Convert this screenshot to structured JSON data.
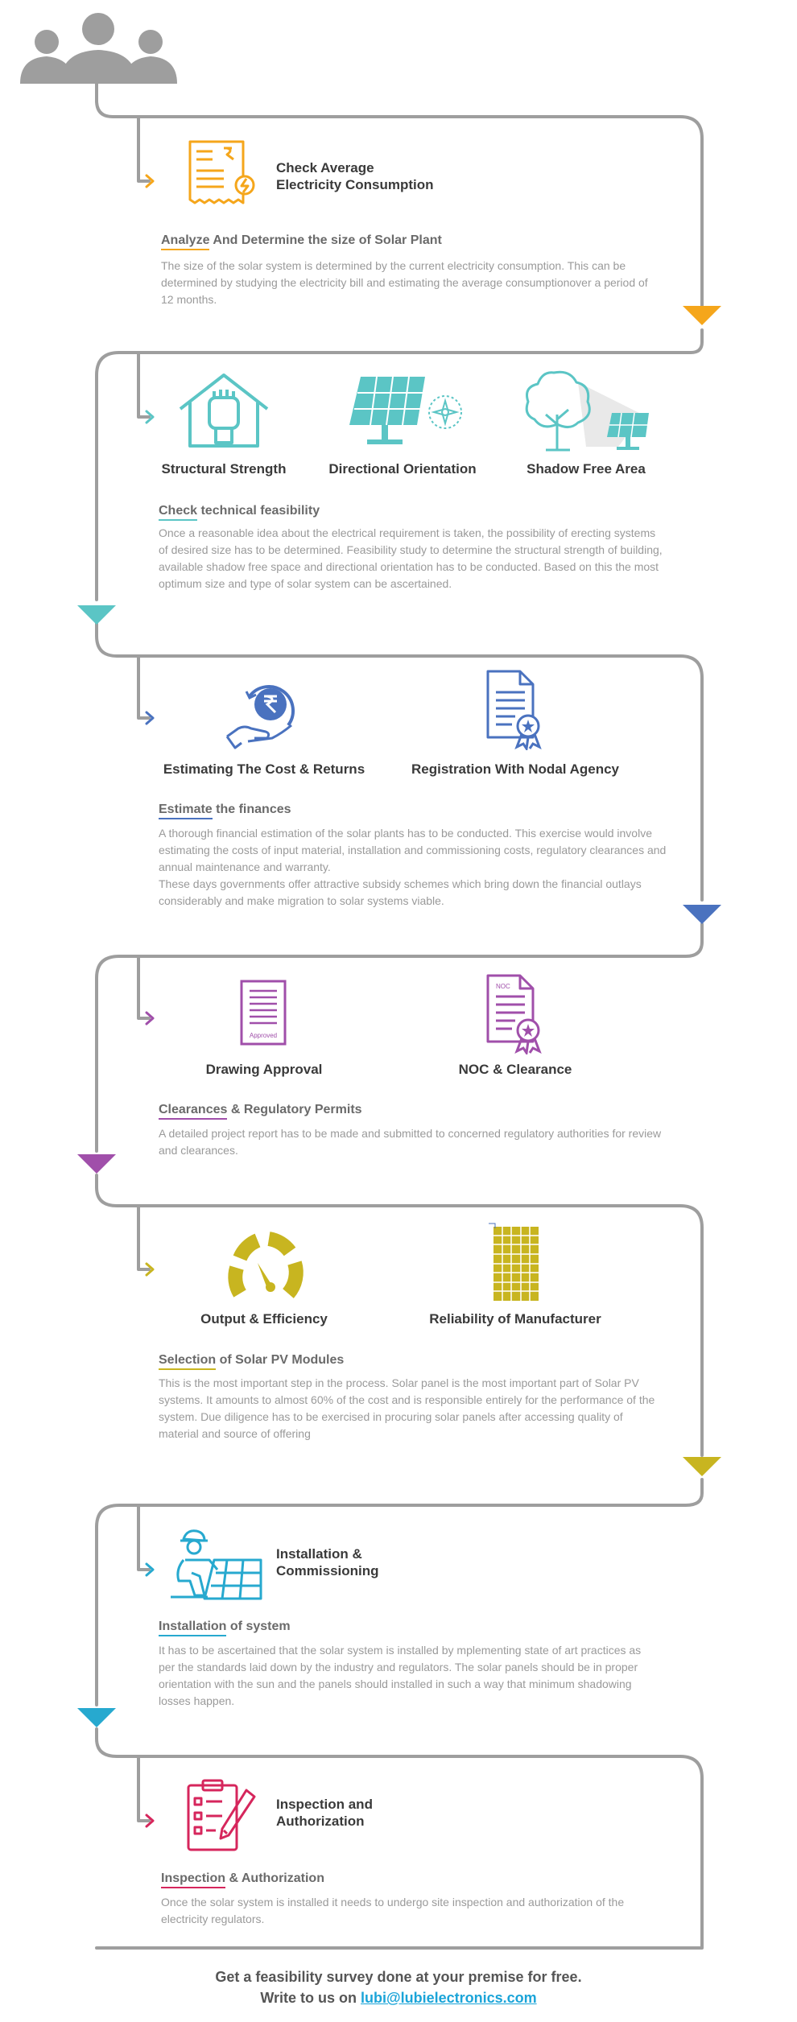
{
  "colors": {
    "orange": "#F5A61B",
    "teal": "#5BC5C5",
    "blue": "#4A72BF",
    "purple": "#A04FAA",
    "olive": "#C8B520",
    "cyan": "#27A9CF",
    "crimson": "#D6265C",
    "line": "#9E9E9E"
  },
  "icons": {
    "top": "people-group-icon",
    "step1": "electricity-bill-icon",
    "structural": "house-fist-icon",
    "directional": "solar-panel-compass-icon",
    "shadow": "tree-solar-panel-icon",
    "cost": "rupee-hand-icon",
    "registration": "certificate-document-icon",
    "drawing": "approved-document-icon",
    "noc": "noc-certificate-icon",
    "output": "speedometer-icon",
    "reliability": "solar-module-icon",
    "installation": "worker-installing-panel-icon",
    "inspection": "clipboard-checklist-icon"
  },
  "steps": {
    "s1": {
      "title_line1": "Check Average",
      "title_line2": "Electricity Consumption",
      "heading_u": "Analyze",
      "heading_rest": " And Determine the size of Solar Plant",
      "paragraph": "The size of the solar system is determined by the current electricity consumption. This can be determined by studying the electricity bill and estimating the average consumptionover a period of 12 months."
    },
    "s2": {
      "items": [
        "Structural Strength",
        "Directional Orientation",
        "Shadow Free Area"
      ],
      "heading_u": "Check",
      "heading_rest": " technical feasibility",
      "paragraph": "Once a reasonable idea about the electrical requirement is taken, the possibility of erecting systems of desired size has to be determined. Feasibility study to determine the structural strength of building, available shadow free space and directional orientation has to be conducted. Based on this the most optimum size and type of solar system can be ascertained."
    },
    "s3": {
      "items": [
        "Estimating The Cost & Returns",
        "Registration With Nodal Agency"
      ],
      "heading_u": "Estimate",
      "heading_rest": " the finances",
      "paragraph1": "A thorough financial estimation of the solar plants has to be conducted. This exercise would involve estimating the costs of input material, installation and commissioning costs, regulatory clearances and annual maintenance and warranty.",
      "paragraph2": "These days governments offer attractive subsidy schemes which bring down the financial outlays considerably and make migration to solar systems viable."
    },
    "s4": {
      "items": [
        "Drawing Approval",
        "NOC & Clearance"
      ],
      "doc_label": "Approved",
      "noc_label": "NOC",
      "heading_u": "Clearances",
      "heading_rest": " & Regulatory Permits",
      "paragraph": "A detailed project report has to be made and submitted to concerned regulatory authorities for review and clearances."
    },
    "s5": {
      "items": [
        "Output & Efficiency",
        "Reliability of Manufacturer"
      ],
      "heading_u": "Selection",
      "heading_rest": " of Solar PV Modules",
      "paragraph": "This is the most important step in the process. Solar panel is the most important part of Solar PV systems. It amounts to almost 60% of the cost and is responsible entirely for the performance of the system. Due diligence has to be exercised in procuring solar panels after accessing quality of material and source of offering"
    },
    "s6": {
      "title_line1": "Installation &",
      "title_line2": "Commissioning",
      "heading_u": "Installation",
      "heading_rest": " of system",
      "paragraph": "It has to be ascertained that the solar system is installed by mplementing state of art practices as per the standards laid down by the industry and regulators. The solar panels should be in proper orientation with the sun and the panels should installed in such a way that minimum shadowing losses happen."
    },
    "s7": {
      "title_line1": "Inspection and",
      "title_line2": "Authorization",
      "heading_u": "Inspection",
      "heading_rest": " & Authorization",
      "paragraph": "Once the solar system is installed it needs to undergo site inspection and authorization of the electricity regulators."
    }
  },
  "footer": {
    "line1": "Get a feasibility survey done at your premise for free.",
    "line2_prefix": "Write to us on ",
    "email": "lubi@lubielectronics.com"
  }
}
